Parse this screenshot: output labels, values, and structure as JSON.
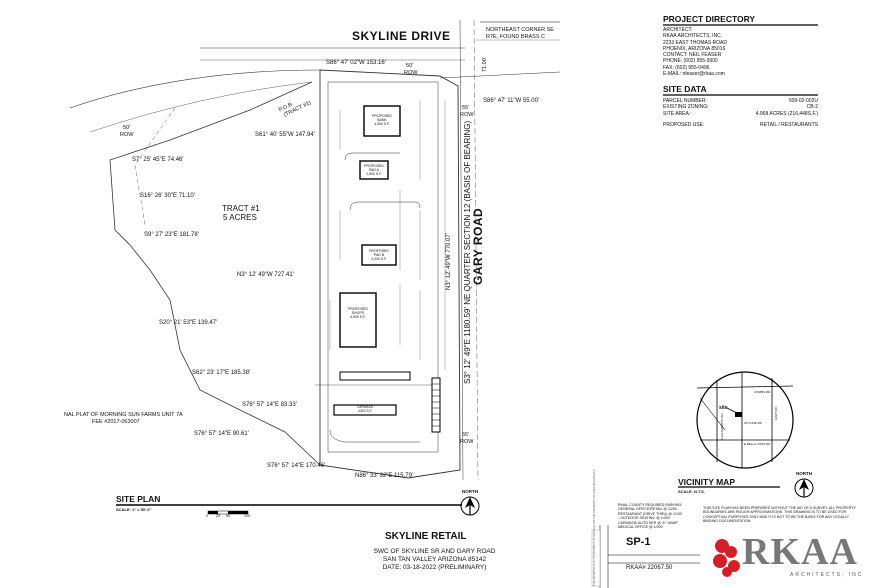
{
  "roads": {
    "skyline": "SKYLINE DRIVE",
    "gary": "GARY ROAD"
  },
  "row_labels": {
    "row_50_left": "50'",
    "row_left_text": "ROW",
    "row_50_top": "50'",
    "row_top_text": "ROW",
    "row_55_right": "55'",
    "row_right_text": "ROW",
    "row_55_bottom": "55'",
    "row_bottom_text": "ROW",
    "dim_71": "71.00'"
  },
  "corner_note": {
    "line1": "NORTHEAST CORNER SE",
    "line2": "R7E, FOUND BRASS C"
  },
  "pob": {
    "line1": "P.O.B.",
    "line2": "(TRACT #1)"
  },
  "bearings": {
    "top": "S86° 47' 02\"W  153.16'",
    "top_right": "S86° 47' 11\"W  55.00'",
    "s61": "S61° 40' 55\"W  147.94'",
    "s7": "S7° 25' 45\"E  74.46'",
    "s16": "S16° 26' 30\"E  71.10'",
    "s9": "S9° 27' 23\"E  181.78'",
    "n3": "N3° 12' 49\"W  727.41'",
    "n3_vertical": "N3° 12' 49\"W  770.07'",
    "s20": "S20° 21' 53\"E  139.47'",
    "s62": "S62° 23' 17\"E  185.38'",
    "s76a": "S76° 57' 14\"E  83.33'",
    "s76b": "S76° 57' 14\"E  90.61'",
    "s76c": "S76° 57' 14\"E  170.46'",
    "n86": "N86° 33' 32\"E  115.79'",
    "basis": "S3° 12' 49\"E  1180.59' NE QUARTER SECTION 12 (BASIS OF BEARING)"
  },
  "tract": {
    "name": "TRACT #1",
    "area": "5 ACRES"
  },
  "plat_note": {
    "line1": "NAL PLAT OF MORNING SUN FARMS UNIT 7A",
    "line2": "FEE #2017-063007"
  },
  "buildings": [
    {
      "line1": "PROPOSED",
      "line2": "BANK",
      "line3": "4,500 S.F."
    },
    {
      "line1": "PROPOSED",
      "line2": "PAD A",
      "line3": "1,800 S.F."
    },
    {
      "line1": "PROPOSED",
      "line2": "PAD B",
      "line3": "4,300 S.F."
    },
    {
      "line1": "PROPOSED",
      "line2": "SHOPS",
      "line3": "4,900 S.F."
    },
    {
      "line1": "CARWASH",
      "line2": "4,500 S.F.",
      "line3": ""
    }
  ],
  "directory": {
    "heading": "PROJECT DIRECTORY",
    "lines": [
      "ARCHITECT:",
      "RKAA ARCHITECTS, INC.",
      "2233 EAST THOMAS ROAD",
      "PHOENIX, ARIZONA  85016",
      "CONTACT:  NEIL FEASER",
      "PHONE: (602) 955-3900",
      "FAX:  (602) 955-0496",
      "E-MAIL:  nfeaser@rkaa.com"
    ]
  },
  "site_data": {
    "heading": "SITE DATA",
    "rows": [
      {
        "label": "PARCEL NUMBER:",
        "value": "509-02-002U"
      },
      {
        "label": "EXISTING ZONING:",
        "value": "CB-2"
      },
      {
        "label": "SITE AREA:",
        "value": "4.968 ACRES (216,448S.F.)"
      },
      {
        "label": "PROPOSED USE:",
        "value": "RETAIL / RESTAURANTS"
      }
    ]
  },
  "vicinity": {
    "heading": "VICINITY MAP",
    "scale": "SCALE:    N.T.S.",
    "site": "site",
    "street_combs": "COMBS RD",
    "street_skyline": "SKYLINE DR",
    "street_ellsworth": "S ELLSWORTH RD",
    "street_bella": "E BELLA VISTA RD",
    "street_gary": "GARY RD",
    "north": "NORTH"
  },
  "parking_notes": {
    "lines": [
      "PINAL COUNTY REQUIRED PARKING:",
      "GENERAL OFFICE/RETAIL @ 1/250",
      "RESTAURANT (DRIVE THRU) @ 1/100",
      "  - OUTDOOR SEATING  @ 1/300",
      "CARWASH/ AUTO SER @ 3+ 1/EMP",
      "MEDICAL OFFICE @ 1/200"
    ]
  },
  "disclaimer": {
    "lines": [
      "THIS SITE PLAN HAS BEEN PREPARED WITHOUT THE AID OF A SURVEY.  ALL PROPERTY",
      "BOUNDARIES ARE ROUGH APPROXIMATIONS.  THIS DRAWING IS TO BE USED FOR",
      "CONCEPTUAL PURPOSES ONLY AND IT IS NOT TO BE THE BASIS FOR ANY LEGALLY",
      "BINDING DOCUMENTATION."
    ]
  },
  "site_plan": {
    "title": "SITE PLAN",
    "scale": "SCALE:    1\" = 50'-0\"",
    "bar_0": "0",
    "bar_25": "25'",
    "bar_50": "50'",
    "bar_100": "100'",
    "north": "NORTH"
  },
  "project": {
    "title": "SKYLINE RETAIL",
    "line1": "SWC OF SKYLINE SR AND GARY ROAD",
    "line2": "SAN TAN VALLEY ARIZONA 85142",
    "line3": "DATE: 03-18-2022 (PRELIMINARY)"
  },
  "sheet": {
    "number": "SP-1",
    "job": "RKAA# 22067.50",
    "logo": "RKAA",
    "logo_sub": "ARCHITECTS, INC",
    "stamp": "THIS DRAWING IS AN INSTRUMENT OF SERVICE AND THE PROPERTY OF RKAA ARCHITECTS"
  }
}
